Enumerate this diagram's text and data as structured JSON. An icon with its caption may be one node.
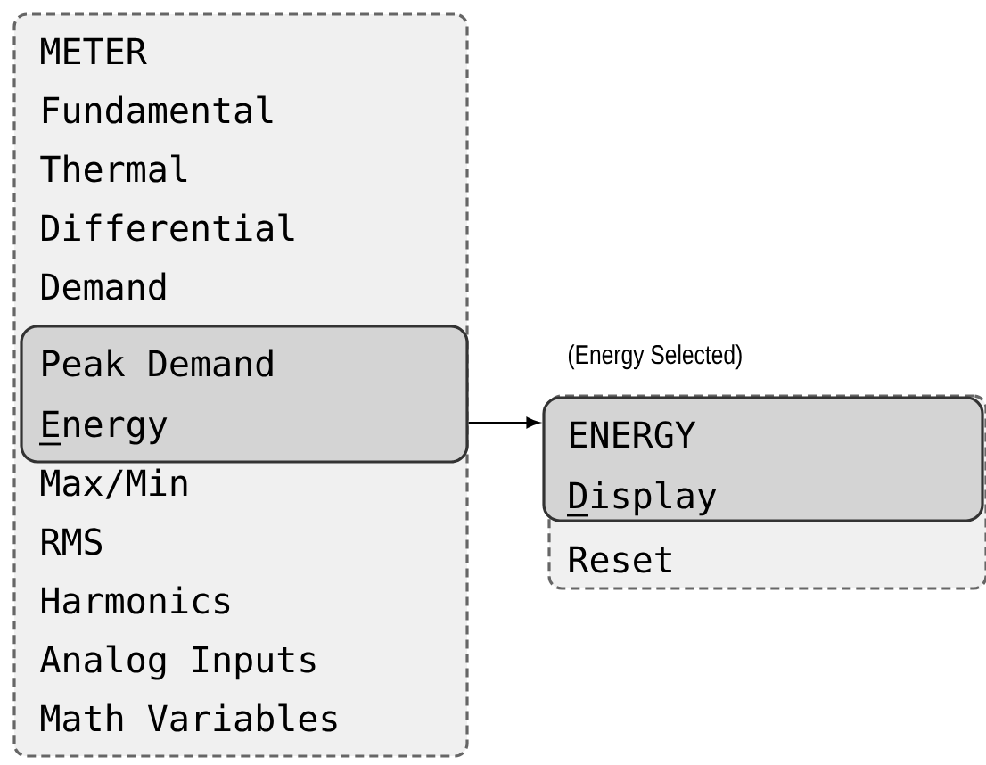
{
  "diagram": {
    "nodes": [
      {
        "text": [
          "METER",
          "Fundamental",
          "Thermal",
          "Differential",
          "Demand",
          "Max/Min",
          "RMS",
          "Harmonics",
          "Analog Inputs",
          "Math Variables"
        ]
      },
      {
        "text": [
          "Peak Demand",
          "Energy"
        ],
        "in": 0
      },
      {
        "text": [
          "Reset"
        ],
        "beside": [
          "(Energy Selected)"
        ]
      },
      {
        "text": [
          "ENERGY",
          "Display"
        ],
        "in": 2
      }
    ],
    "edges": [
      {
        "from": 1,
        "to": 3,
        "arrow": "to"
      }
    ]
  }
}
